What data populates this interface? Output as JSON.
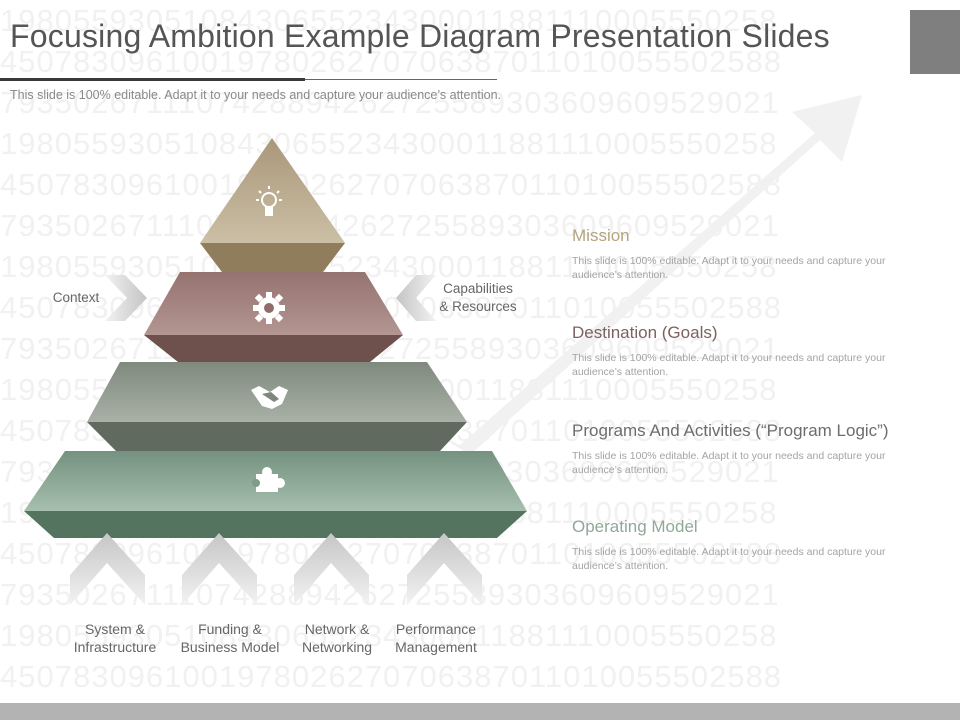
{
  "header": {
    "title": "Focusing Ambition Example Diagram Presentation Slides",
    "subtitle": "This slide is 100% editable. Adapt it to your needs and capture your audience’s attention."
  },
  "background_numbers": [
    "1980559305108430655234300011881110005550258",
    "4507830961001978026270706387011010055502588",
    "7935026711107428894262725589303609609529021",
    "1980559305108430655234300011881110005550258",
    "4507830961001978026270706387011010055502588",
    "7935026711107428894262725589303609609529021",
    "1980559305108430655234300011881110005550258",
    "4507830961001978026270706387011010055502588",
    "7935026711107428894262725589303609609529021",
    "1980559305108430655234300011881110005550258",
    "4507830961001978026270706387011010055502588",
    "7935026711107428894262725589303609609529021",
    "1980559305108430655234300011881110005550258",
    "4507830961001978026270706387011010055502588",
    "7935026711107428894262725589303609609529021",
    "1980559305108430655234300011881110005550258",
    "4507830961001978026270706387011010055502588"
  ],
  "pyramid": {
    "levels": [
      {
        "icon": "lightbulb-icon",
        "color_top": "#c2b599",
        "color_side": "#8f7d5c"
      },
      {
        "icon": "gear-icon",
        "color_top": "#a8847e",
        "color_side": "#6e504c"
      },
      {
        "icon": "handshake-icon",
        "color_top": "#939c91",
        "color_side": "#606a5f"
      },
      {
        "icon": "puzzle-piece-icon",
        "color_top": "#8aa693",
        "color_side": "#557460"
      }
    ],
    "left_label": "Context",
    "right_label": "Capabilities\n& Resources",
    "bottom_labels": [
      "System &\nInfrastructure",
      "Funding &\nBusiness Model",
      "Network &\nNetworking",
      "Performance\nManagement"
    ]
  },
  "items": [
    {
      "heading": "Mission",
      "color": "#b5a47f",
      "body": "This slide is 100% editable. Adapt it to your needs and capture your audience’s attention."
    },
    {
      "heading": "Destination (Goals)",
      "color": "#7b625e",
      "body": "This slide is 100% editable. Adapt it to your needs and capture your audience’s attention."
    },
    {
      "heading": "Programs And Activities (“Program Logic”)",
      "color": "#6b6f69",
      "body": "This slide is 100% editable. Adapt it to your needs and capture your audience’s attention."
    },
    {
      "heading": "Operating Model",
      "color": "#8fa898",
      "body": "This slide is 100% editable. Adapt it to your needs and capture your audience’s attention."
    }
  ]
}
